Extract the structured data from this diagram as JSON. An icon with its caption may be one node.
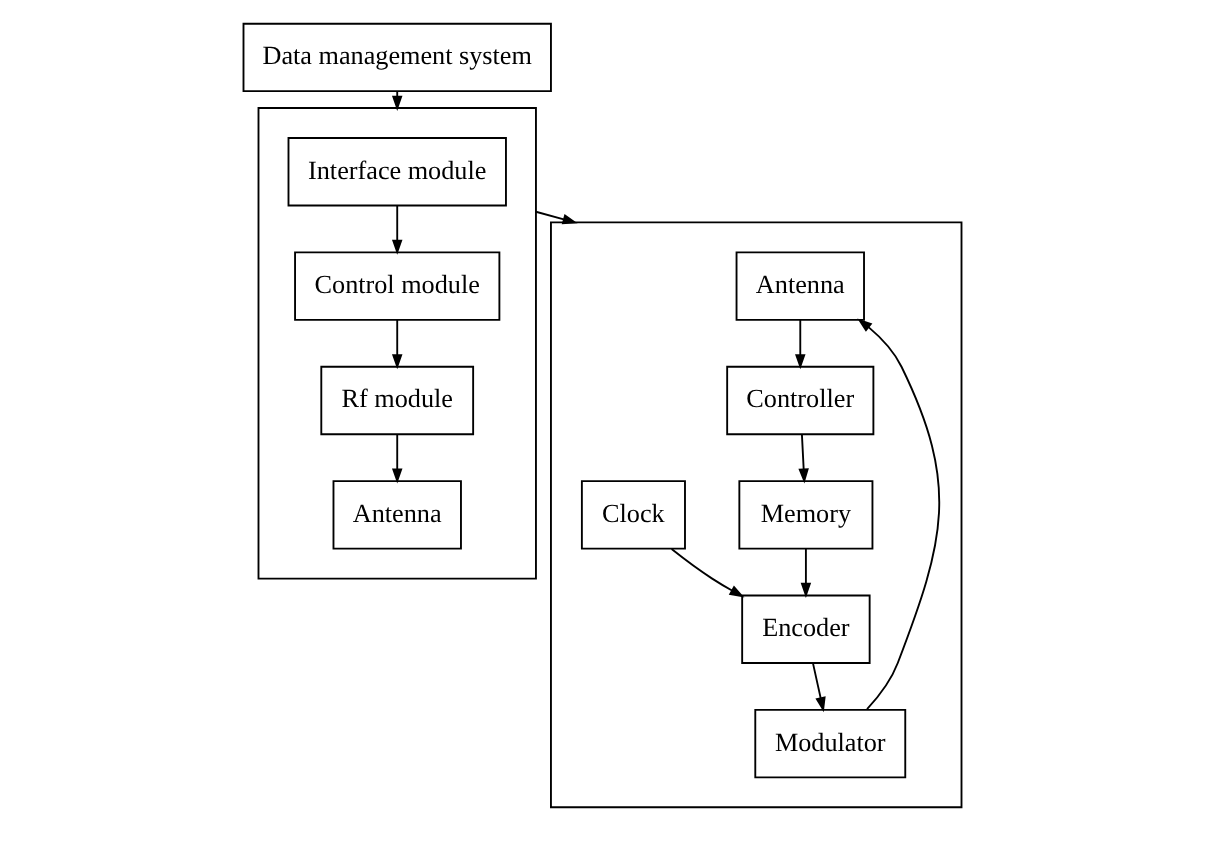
{
  "diagram": {
    "nodes": [
      {
        "text": [
          "Data management system"
        ]
      },
      {
        "text": [],
        "shape": "box"
      },
      {
        "text": [
          "Interface module"
        ],
        "in": 1
      },
      {
        "text": [
          "Control module"
        ],
        "in": 1
      },
      {
        "text": [
          "Rf module"
        ],
        "in": 1
      },
      {
        "text": [
          "Antenna"
        ],
        "in": 1
      },
      {
        "text": [],
        "shape": "box"
      },
      {
        "text": [
          "Antenna"
        ],
        "in": 6
      },
      {
        "text": [
          "Controller"
        ],
        "in": 6
      },
      {
        "text": [
          "Modulator"
        ],
        "in": 6
      },
      {
        "text": [
          "Memory"
        ],
        "in": 6
      },
      {
        "text": [
          "Encoder"
        ],
        "in": 6
      },
      {
        "text": [
          "Clock"
        ],
        "in": 6
      }
    ],
    "edges": [
      {
        "from": 0,
        "to": 1,
        "arrow": "to"
      },
      {
        "from": 2,
        "to": 3,
        "arrow": "to"
      },
      {
        "from": 3,
        "to": 4,
        "arrow": "to"
      },
      {
        "from": 4,
        "to": 5,
        "arrow": "to"
      },
      {
        "from": 1,
        "to": 6,
        "arrow": "to"
      },
      {
        "from": 7,
        "to": 8,
        "arrow": "to"
      },
      {
        "from": 8,
        "to": 10,
        "arrow": "to"
      },
      {
        "from": 10,
        "to": 11,
        "arrow": "to"
      },
      {
        "from": 12,
        "to": 11,
        "arrow": "to"
      },
      {
        "from": 11,
        "to": 9,
        "arrow": "to"
      },
      {
        "from": 9,
        "to": 7,
        "arrow": "to"
      }
    ]
  }
}
